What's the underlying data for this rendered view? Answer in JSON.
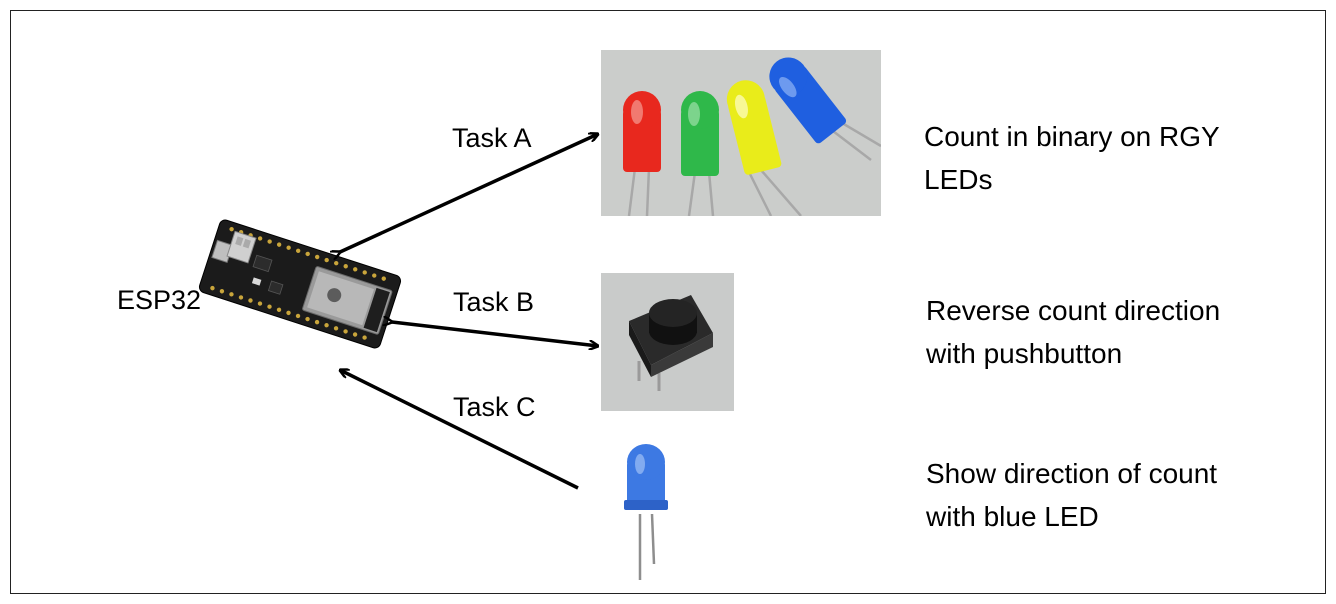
{
  "diagram": {
    "device_label": "ESP32",
    "tasks": [
      {
        "label": "Task A",
        "description_lines": [
          "Count in binary on RGY",
          "LEDs"
        ]
      },
      {
        "label": "Task B",
        "description_lines": [
          "Reverse count direction",
          "with pushbutton"
        ]
      },
      {
        "label": "Task C",
        "description_lines": [
          "Show direction of count",
          "with blue LED"
        ]
      }
    ]
  },
  "colors": {
    "led_red": "#e8281e",
    "led_green": "#2fb84a",
    "led_yellow": "#e9ec1a",
    "led_blue": "#1f5fe0",
    "board": "#1b1b1b",
    "arrow": "#000000"
  }
}
